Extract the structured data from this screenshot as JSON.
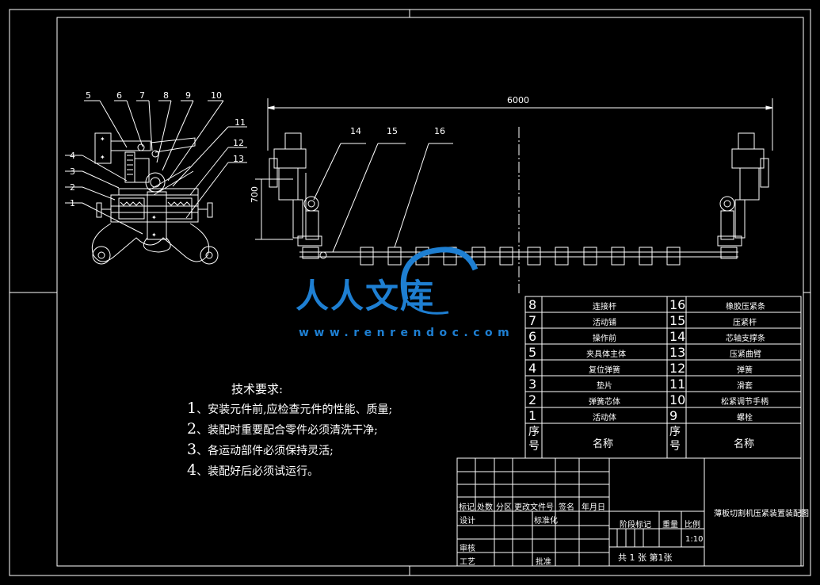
{
  "dimensions": {
    "length": "6000",
    "height": "700"
  },
  "callouts": [
    "1",
    "2",
    "3",
    "4",
    "5",
    "6",
    "7",
    "8",
    "9",
    "10",
    "11",
    "12",
    "13",
    "14",
    "15",
    "16"
  ],
  "bom": {
    "rows_left": [
      {
        "no": "8",
        "name": "连接杆"
      },
      {
        "no": "7",
        "name": "活动铺"
      },
      {
        "no": "6",
        "name": "操作前"
      },
      {
        "no": "5",
        "name": "夹具体主体"
      },
      {
        "no": "4",
        "name": "复位弹簧"
      },
      {
        "no": "3",
        "name": "垫片"
      },
      {
        "no": "2",
        "name": "弹簧芯体"
      },
      {
        "no": "1",
        "name": "活动体"
      }
    ],
    "rows_right": [
      {
        "no": "16",
        "name": "橡胶压紧条"
      },
      {
        "no": "15",
        "name": "压紧杆"
      },
      {
        "no": "14",
        "name": "芯轴支撑条"
      },
      {
        "no": "13",
        "name": "压紧曲臂"
      },
      {
        "no": "12",
        "name": "弹簧"
      },
      {
        "no": "11",
        "name": "滑套"
      },
      {
        "no": "10",
        "name": "松紧调节手柄"
      },
      {
        "no": "9",
        "name": "螺栓"
      }
    ],
    "header_no": "序号",
    "header_name": "名称"
  },
  "tech_requirements": {
    "title": "技术要求:",
    "items": [
      {
        "n": "1",
        "text": "、安装元件前,应检查元件的性能、质量;"
      },
      {
        "n": "2",
        "text": "、装配时重要配合零件必须清洗干净;"
      },
      {
        "n": "3",
        "text": "、各运动部件必须保持灵活;"
      },
      {
        "n": "4",
        "text": "、装配好后必须试运行。"
      }
    ]
  },
  "title_block": {
    "col_labels": [
      "标记",
      "处数",
      "分区",
      "更改文件号",
      "签名",
      "年月日"
    ],
    "design": "设计",
    "standardize": "标准化",
    "review": "审核",
    "process": "工艺",
    "approve": "批准",
    "stage_mark": "阶段标记",
    "weight": "重量",
    "scale_label": "比例",
    "scale": "1:10",
    "sheets": "共 1 张 第1张",
    "drawing_title": "薄板切割机压紧装置装配图"
  },
  "watermark": {
    "text": "人人文库",
    "url": "www.renrendoc.com"
  },
  "colors": {
    "line": "#ffffff",
    "watermark": "#1e7fd2",
    "background": "#000000"
  }
}
